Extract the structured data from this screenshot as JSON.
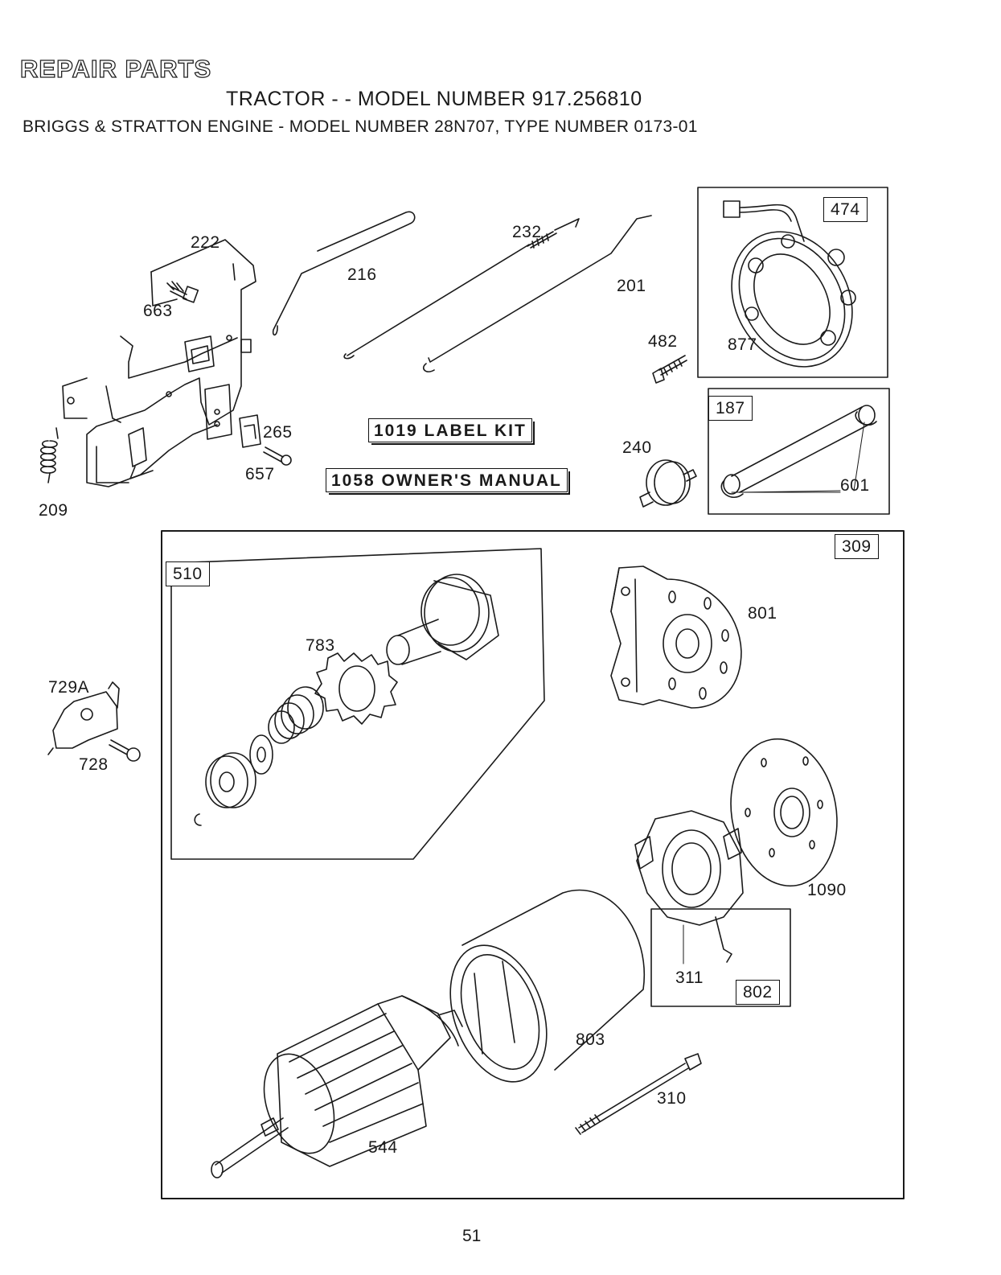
{
  "header": {
    "title": "REPAIR PARTS",
    "subtitle": "TRACTOR - - MODEL NUMBER 917.256810",
    "engine_line": "BRIGGS & STRATTON ENGINE - MODEL NUMBER 28N707, TYPE NUMBER 0173-01"
  },
  "callouts": {
    "p222": "222",
    "p663": "663",
    "p216": "216",
    "p232": "232",
    "p201": "201",
    "p482": "482",
    "p877": "877",
    "p265": "265",
    "p657": "657",
    "p209": "209",
    "p240": "240",
    "p601": "601",
    "p783": "783",
    "p801": "801",
    "p729A": "729A",
    "p728": "728",
    "p1090": "1090",
    "p311": "311",
    "p803": "803",
    "p310": "310",
    "p544": "544"
  },
  "boxed": {
    "b474": "474",
    "b187": "187",
    "b309": "309",
    "b510": "510",
    "b802": "802"
  },
  "kits": {
    "label_kit": "1019  LABEL KIT",
    "owners_manual": "1058  OWNER'S MANUAL"
  },
  "footer": {
    "page_number": "51"
  }
}
